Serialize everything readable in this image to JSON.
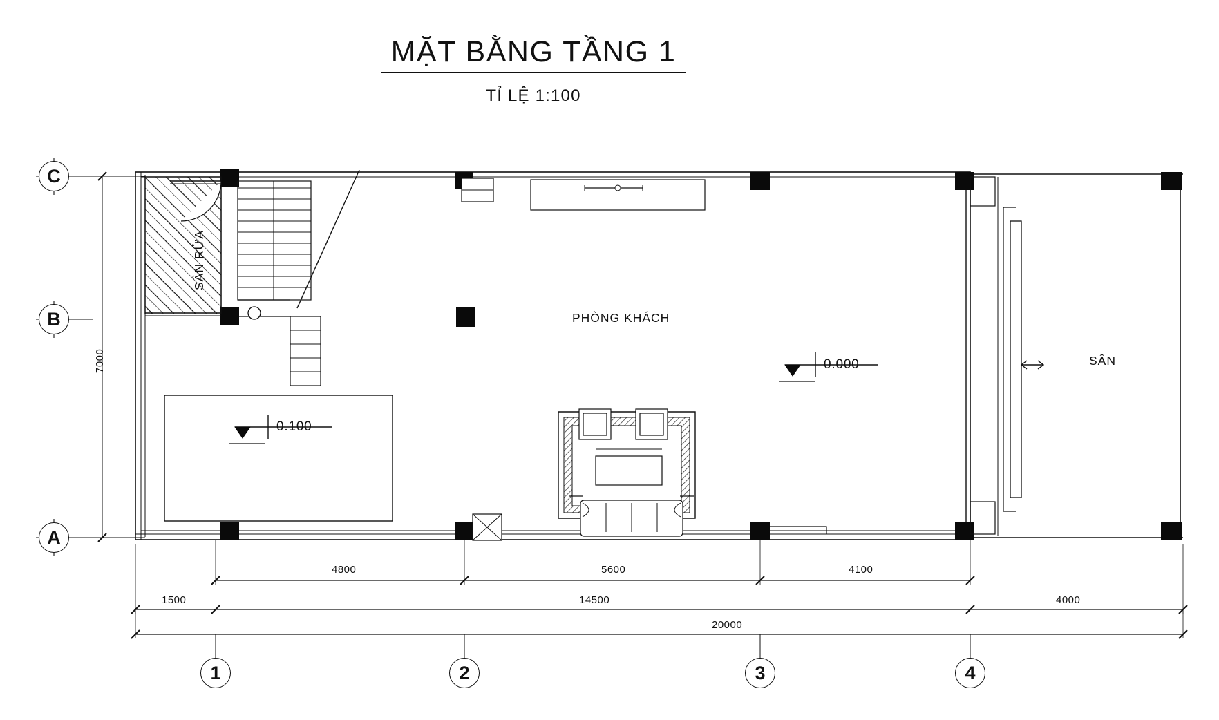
{
  "drawing": {
    "title": "MẶT BẰNG TẦNG 1",
    "subtitle": "TỈ LỆ 1:100",
    "type": "architectural-floor-plan",
    "units": "mm"
  },
  "grid": {
    "horizontal_axes": [
      {
        "id": "A",
        "label": "A"
      },
      {
        "id": "B",
        "label": "B"
      },
      {
        "id": "C",
        "label": "C"
      }
    ],
    "vertical_axes": [
      {
        "id": "1",
        "label": "1"
      },
      {
        "id": "2",
        "label": "2"
      },
      {
        "id": "3",
        "label": "3"
      },
      {
        "id": "4",
        "label": "4"
      }
    ]
  },
  "rooms": [
    {
      "name": "SÂN RỬA",
      "vertical": true
    },
    {
      "name": "PHÒNG KHÁCH",
      "vertical": false
    },
    {
      "name": "SÂN",
      "vertical": false
    }
  ],
  "levels": [
    {
      "value": "0.100"
    },
    {
      "value": "0.000"
    }
  ],
  "dimensions": {
    "vertical_total": "7000",
    "chain_bays": [
      {
        "label": "4800"
      },
      {
        "label": "5600"
      },
      {
        "label": "4100"
      }
    ],
    "chain_mid": [
      {
        "label": "1500"
      },
      {
        "label": "14500"
      },
      {
        "label": "4000"
      }
    ],
    "overall": "20000"
  },
  "colors": {
    "line": "#111111",
    "paper": "#ffffff",
    "fill_solid": "#0a0a0a"
  }
}
